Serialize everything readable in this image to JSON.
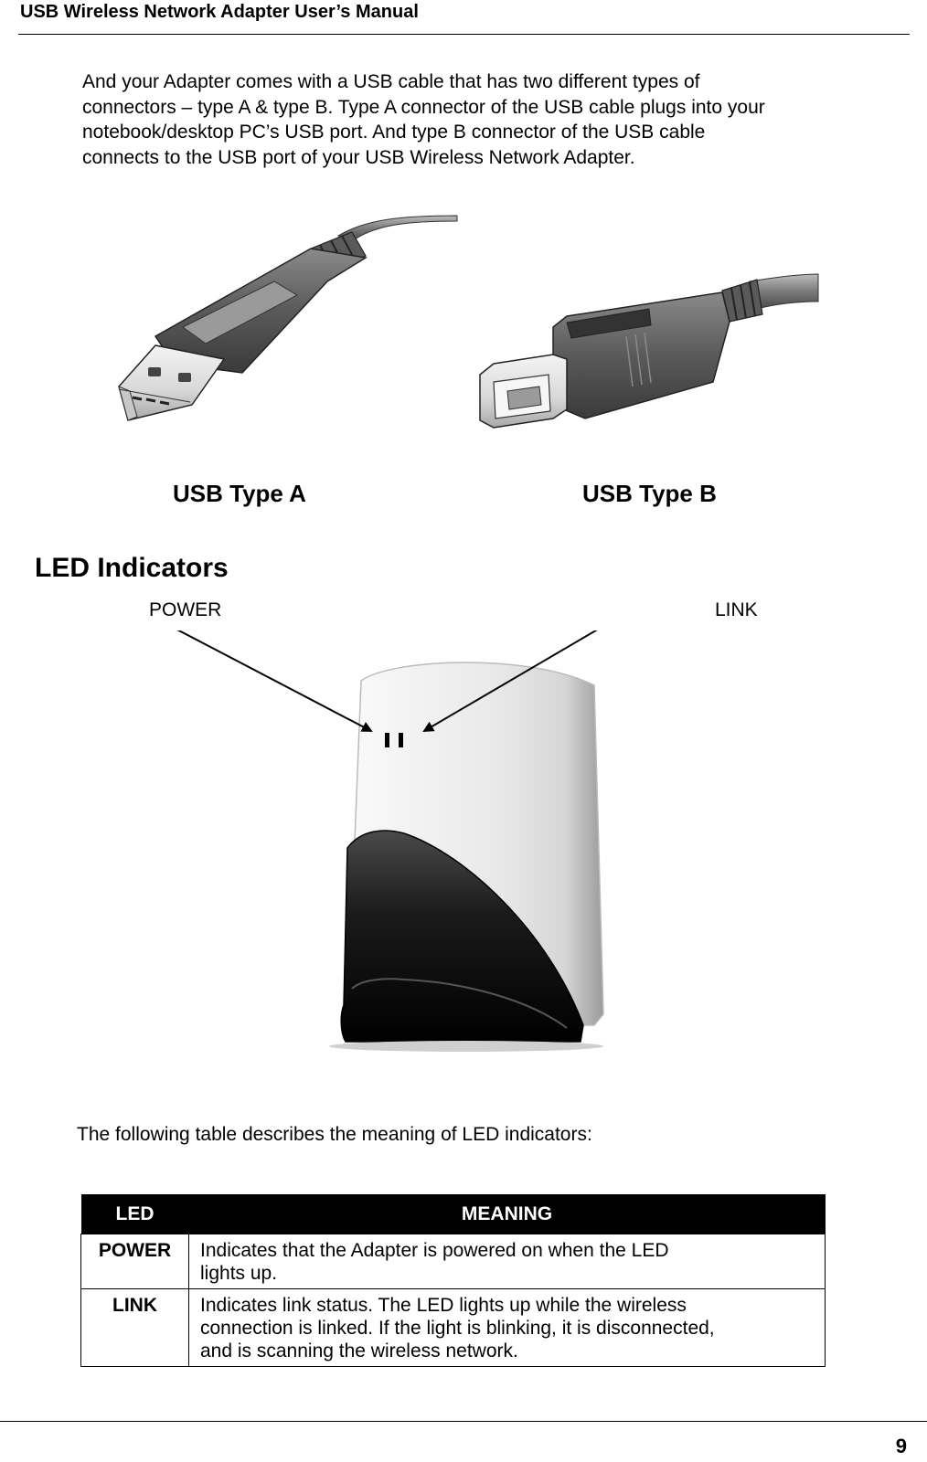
{
  "header": {
    "title": "USB Wireless Network Adapter User’s Manual"
  },
  "intro": {
    "lines": [
      "And your Adapter comes with a USB cable that has two different types of",
      "connectors – type A & type B. Type A connector of the USB cable plugs into your",
      "notebook/desktop PC’s USB port. And  type B connector of the USB cable",
      "connects to the USB port of your USB Wireless Network Adapter."
    ]
  },
  "usb_figure": {
    "caption_a": "USB Type A",
    "caption_b": "USB Type B"
  },
  "led_section": {
    "heading": "LED Indicators",
    "power_label": "POWER",
    "link_label": "LINK"
  },
  "table_intro": "The following table describes the meaning of LED indicators:",
  "table": {
    "headers": [
      "LED",
      "MEANING"
    ],
    "rows": [
      {
        "led": "POWER",
        "meaning_lines": [
          "Indicates that the Adapter is powered on when the LED",
          "lights up."
        ]
      },
      {
        "led": "LINK",
        "meaning_lines": [
          "Indicates link status. The LED lights up while the wireless",
          "connection is linked. If the light is blinking, it is disconnected,",
          "and is scanning the wireless network."
        ]
      }
    ]
  },
  "footer": {
    "page_number": "9"
  }
}
